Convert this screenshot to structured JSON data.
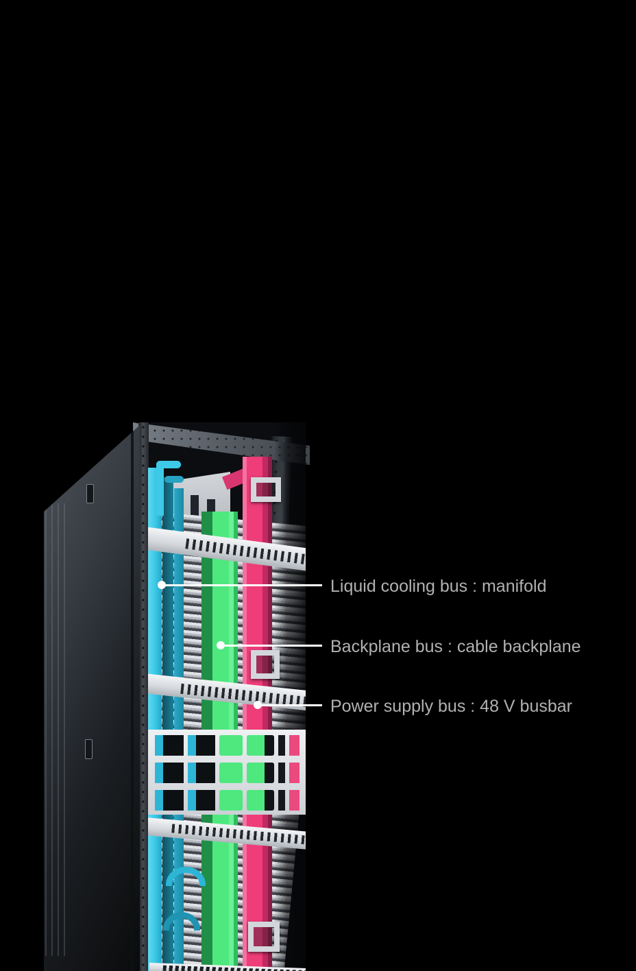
{
  "page": {
    "background": "#000000"
  },
  "figure": {
    "alt": "Open server rack photographed from the front-left showing three color-coded vertical buses and stacked server trays",
    "colors": {
      "cyan_bus": "#3ec9e8",
      "green_bus": "#4ee87e",
      "pink_bus": "#ee3d78",
      "label_text": "#b1b1b1",
      "callout_line": "#ffffff"
    }
  },
  "callouts": [
    {
      "label": "Liquid cooling bus : manifold",
      "target": "cyan-manifold"
    },
    {
      "label": "Backplane bus : cable backplane",
      "target": "green-backplane"
    },
    {
      "label": "Power supply bus : 48 V busbar",
      "target": "pink-busbar"
    }
  ]
}
